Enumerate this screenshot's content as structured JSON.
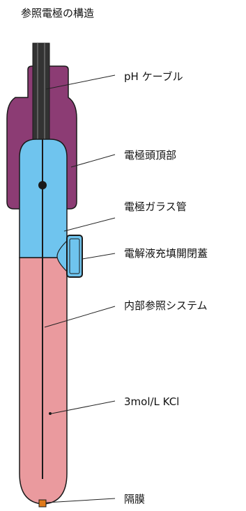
{
  "title": "参照電極の構造",
  "labels": {
    "cable": "pH ケーブル",
    "head_top": "電極頭頂部",
    "glass_tube": "電極ガラス管",
    "fill_cap": "電解液充填開閉蓋",
    "internal_ref": "内部参照システム",
    "kcl": "3mol/L KCl",
    "diaphragm": "隔膜"
  },
  "colors": {
    "head": "#8c3c74",
    "glass_upper": "#6fc4ee",
    "glass_lower": "#ea9a9e",
    "cable": "#333333",
    "diaphragm": "#e07a1a",
    "outline": "#1a1a1a"
  }
}
